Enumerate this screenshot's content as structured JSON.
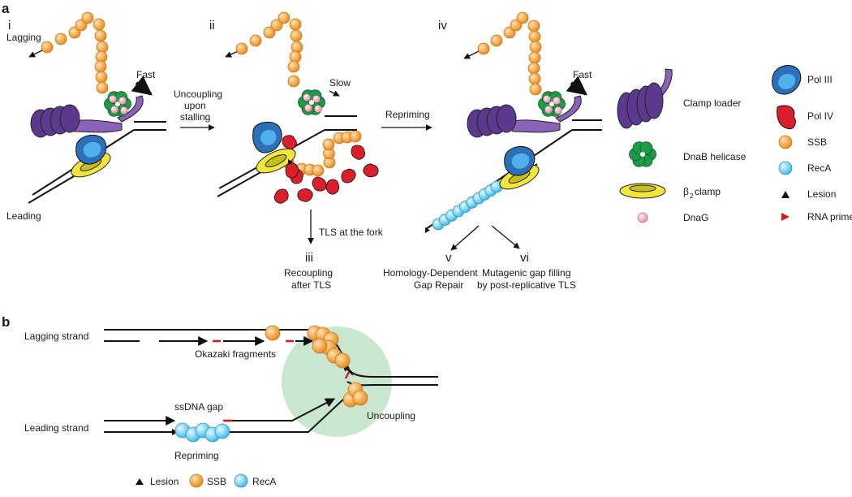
{
  "panel_a": {
    "letter": "a",
    "steps": {
      "i": "i",
      "ii": "ii",
      "iii": "iii",
      "iv": "iv",
      "v": "v",
      "vi": "vi"
    },
    "labels": {
      "lagging": "Lagging",
      "leading": "Leading",
      "fast_1": "Fast",
      "slow": "Slow",
      "fast_2": "Fast",
      "uncoupling_1": "Uncoupling",
      "uncoupling_2": "upon",
      "uncoupling_3": "stalling",
      "repriming": "Repriming",
      "tls_fork": "TLS at the fork",
      "recoupling_1": "Recoupling",
      "recoupling_2": "after TLS",
      "hdgr_1": "Homology-Dependent",
      "hdgr_2": "Gap Repair",
      "mut_1": "Mutagenic gap filling",
      "mut_2": "by post-replicative TLS"
    }
  },
  "legend_a": {
    "clamp_loader": "Clamp loader",
    "pol_iii": "Pol III",
    "pol_iv": "Pol IV",
    "dnab": "DnaB helicase",
    "ssb": "SSB",
    "recA": "RecA",
    "beta_clamp": "β",
    "beta_sub": "2",
    "beta_rest": " clamp",
    "lesion": "Lesion",
    "dnag": "DnaG",
    "rna_primer": "RNA primer"
  },
  "panel_b": {
    "letter": "b",
    "labels": {
      "lagging_strand": "Lagging strand",
      "leading_strand": "Leading strand",
      "okazaki": "Okazaki fragments",
      "ssdna_gap": "ssDNA gap",
      "repriming": "Repriming",
      "uncoupling": "Uncoupling"
    }
  },
  "legend_b": {
    "lesion": "Lesion",
    "ssb": "SSB",
    "recA": "RecA"
  },
  "colors": {
    "ssb": "#f5a94a",
    "recA": "#7fd3ef",
    "dnab": "#1f9a47",
    "dnag": "#f4b3c4",
    "pol_iii": "#2d6fb8",
    "pol_iv": "#d9202a",
    "clamp_loader": "#5b3a8e",
    "beta_clamp": "#f2e63a",
    "uncoupling_zone": "#c9e6cf"
  }
}
